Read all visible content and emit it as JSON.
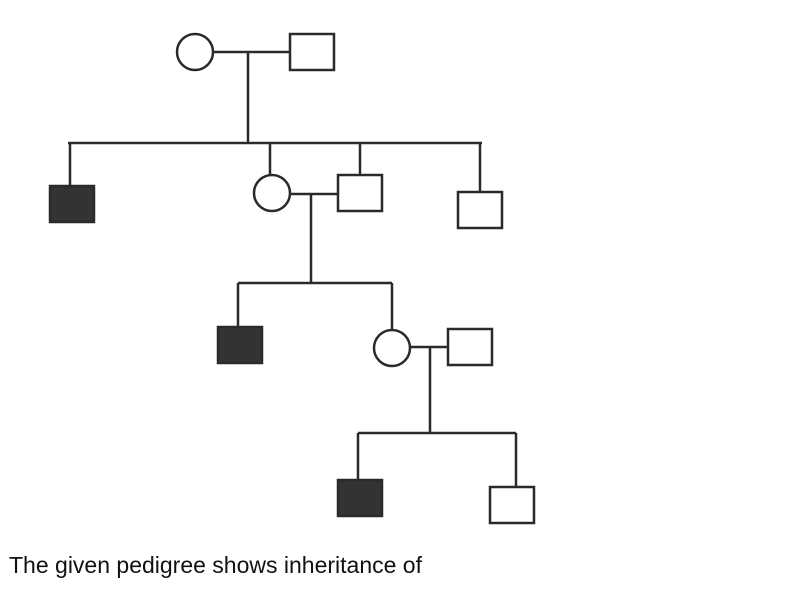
{
  "question": {
    "text": "The given pedigree shows inheritance of"
  },
  "pedigree": {
    "colors": {
      "line": "#2a2a2a",
      "affected_fill": "#333333",
      "unaffected_fill": "#ffffff"
    },
    "generations": [
      {
        "generation": 1,
        "individuals": [
          {
            "sex": "female",
            "affected": false
          },
          {
            "sex": "male",
            "affected": false
          }
        ]
      },
      {
        "generation": 2,
        "individuals": [
          {
            "sex": "male",
            "affected": true
          },
          {
            "sex": "female",
            "affected": false
          },
          {
            "sex": "male",
            "affected": false,
            "married_in": true
          },
          {
            "sex": "male",
            "affected": false
          }
        ]
      },
      {
        "generation": 3,
        "individuals": [
          {
            "sex": "male",
            "affected": true
          },
          {
            "sex": "female",
            "affected": false
          },
          {
            "sex": "male",
            "affected": false,
            "married_in": true
          }
        ]
      },
      {
        "generation": 4,
        "individuals": [
          {
            "sex": "male",
            "affected": true
          },
          {
            "sex": "male",
            "affected": false
          }
        ]
      }
    ]
  }
}
